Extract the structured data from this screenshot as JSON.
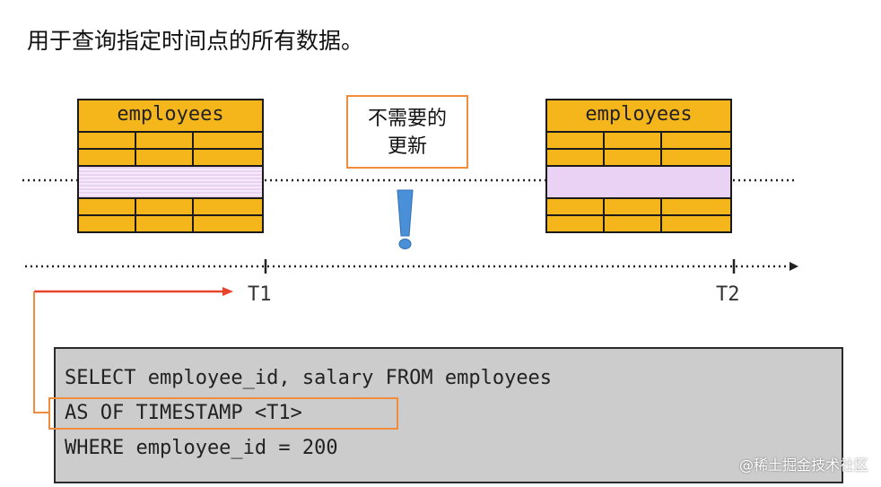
{
  "heading": "用于查询指定时间点的所有数据。",
  "tables": [
    {
      "title": "employees"
    },
    {
      "title": "employees"
    }
  ],
  "note": {
    "line1": "不需要的",
    "line2": "更新"
  },
  "timeline": {
    "t1_label": "T1",
    "t2_label": "T2"
  },
  "sql": {
    "line1": "SELECT employee_id, salary FROM employees",
    "line2": "AS OF TIMESTAMP <T1>",
    "line3": "WHERE employee_id = 200"
  },
  "watermark": "@稀土掘金技术社区",
  "colors": {
    "table_fill": "#f5b61c",
    "highlight_row": "#ead2f4",
    "accent_orange": "#f08c3c",
    "arrow_red": "#e8442a",
    "exclamation_blue": "#4a90d9",
    "sql_box": "#cccccc"
  }
}
